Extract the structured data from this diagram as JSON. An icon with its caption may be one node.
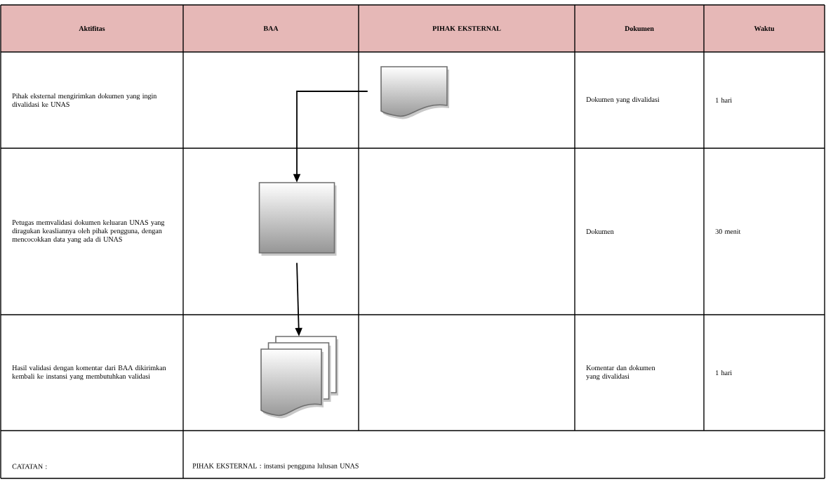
{
  "diagram": {
    "nodes": [
      {
        "text": [],
        "shape": "document"
      },
      {
        "text": [],
        "shape": "box"
      },
      {
        "text": [],
        "shape": "documents"
      }
    ],
    "edges": [
      {
        "from": 0,
        "to": 1,
        "arrow": "to"
      },
      {
        "from": 1,
        "to": 2,
        "arrow": "to"
      }
    ],
    "labels": [
      "Aktifitas",
      "BAA",
      "PIHAK EKSTERNAL",
      "Dokumen",
      "Waktu",
      "Pihak eksternal mengirimkan dokumen yang ingin divalidasi ke UNAS",
      "Dokumen yang divalidasi",
      "1 hari",
      "Petugas memvalidasi dokumen keluaran UNAS yang diragukan keasliannya oleh pihak pengguna, dengan mencocokkan data yang ada di UNAS",
      "Dokumen",
      "30 menit",
      "Hasil validasi dengan komentar dari BAA dikirimkan kembali ke instansi yang membutuhkan validasi",
      "Komentar dan dokumen yang divalidasi",
      "1 hari",
      "CATATAN :",
      "PIHAK EKSTERNAL : instansi pengguna lulusan UNAS"
    ]
  }
}
